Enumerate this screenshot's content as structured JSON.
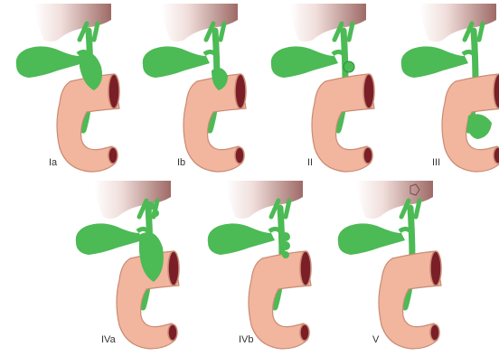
{
  "panels": [
    {
      "label": "Ia"
    },
    {
      "label": "Ib"
    },
    {
      "label": "II"
    },
    {
      "label": "III"
    },
    {
      "label": "IVa"
    },
    {
      "label": "IVb"
    },
    {
      "label": "V"
    }
  ],
  "colors": {
    "liver": "#a5736e",
    "liver_light": "#f3e6e2",
    "bile": "#4cba55",
    "bile_dark": "#2e8d3a",
    "duodenum": "#f2b59e",
    "duodenum_edge": "#c98b74",
    "mucosa": "#7a1e28"
  }
}
